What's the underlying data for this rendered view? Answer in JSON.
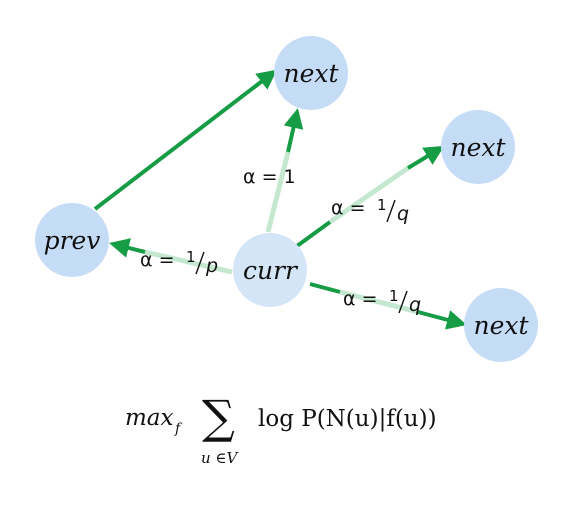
{
  "nodes": {
    "prev": "prev",
    "curr": "curr",
    "next_top": "next",
    "next_right_upper": "next",
    "next_right_lower": "next"
  },
  "edges": {
    "curr_to_prev": {
      "alpha": "α =",
      "num": "1",
      "den": "p"
    },
    "curr_to_next_top": {
      "alpha": "α = 1"
    },
    "curr_to_next_upper": {
      "alpha": "α =",
      "num": "1",
      "den": "q"
    },
    "curr_to_next_lower": {
      "alpha": "α =",
      "num": "1",
      "den": "q"
    }
  },
  "formula": {
    "max": "max",
    "max_sub": "f",
    "sum": "∑",
    "sum_sub": "u ∈V",
    "expr": "log P(N(u)|f(u))"
  },
  "colors": {
    "node_fill": "#c5dcf6",
    "node_fill_center": "#d4e5f8",
    "edge_strong": "#169c45",
    "edge_light": "#c3e8cf",
    "text": "#111111"
  }
}
